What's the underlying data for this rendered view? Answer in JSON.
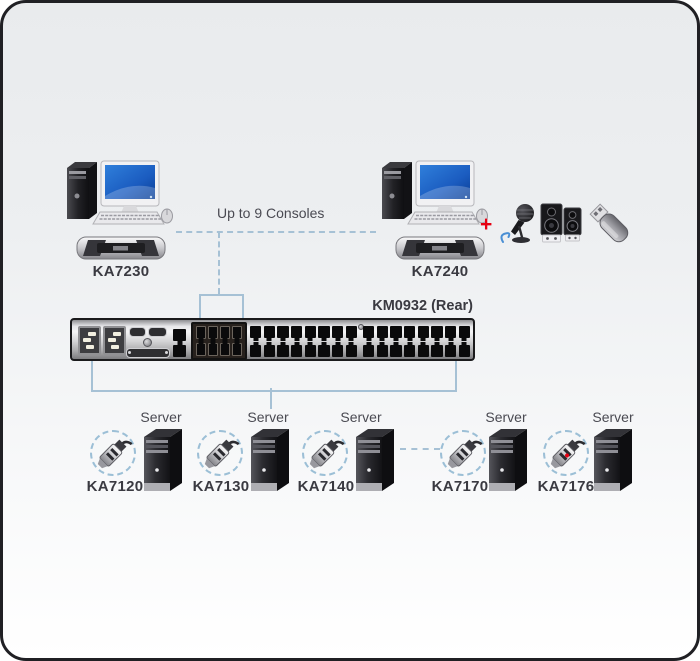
{
  "labels": {
    "consoles_note": "Up to 9 Consoles",
    "plus_sign": "+"
  },
  "consoles": [
    {
      "model": "KA7230",
      "icons": [
        "pc-workstation-icon",
        "console-module-icon"
      ]
    },
    {
      "model": "KA7240",
      "icons": [
        "pc-workstation-icon",
        "console-module-icon",
        "microphone-icon",
        "speakers-icon",
        "usb-flash-drive-icon"
      ]
    }
  ],
  "switch": {
    "model_label": "KM0932 (Rear)",
    "console_ports": 8,
    "kvm_port_groups": 2,
    "kvm_ports_per_group": 16
  },
  "servers": [
    {
      "label": "Server",
      "adapter_model": "KA7120",
      "adapter_led": false
    },
    {
      "label": "Server",
      "adapter_model": "KA7130",
      "adapter_led": false
    },
    {
      "label": "Server",
      "adapter_model": "KA7140",
      "adapter_led": false
    },
    {
      "label": "Server",
      "adapter_model": "KA7170",
      "adapter_led": false
    },
    {
      "label": "Server",
      "adapter_model": "KA7176",
      "adapter_led": true
    }
  ],
  "colors": {
    "connector_blue": "#a6c1d5",
    "plus_red": "#e60012",
    "label_dark": "#3a3a41",
    "text_gray": "#4a4a52",
    "frame_border": "#202024"
  }
}
